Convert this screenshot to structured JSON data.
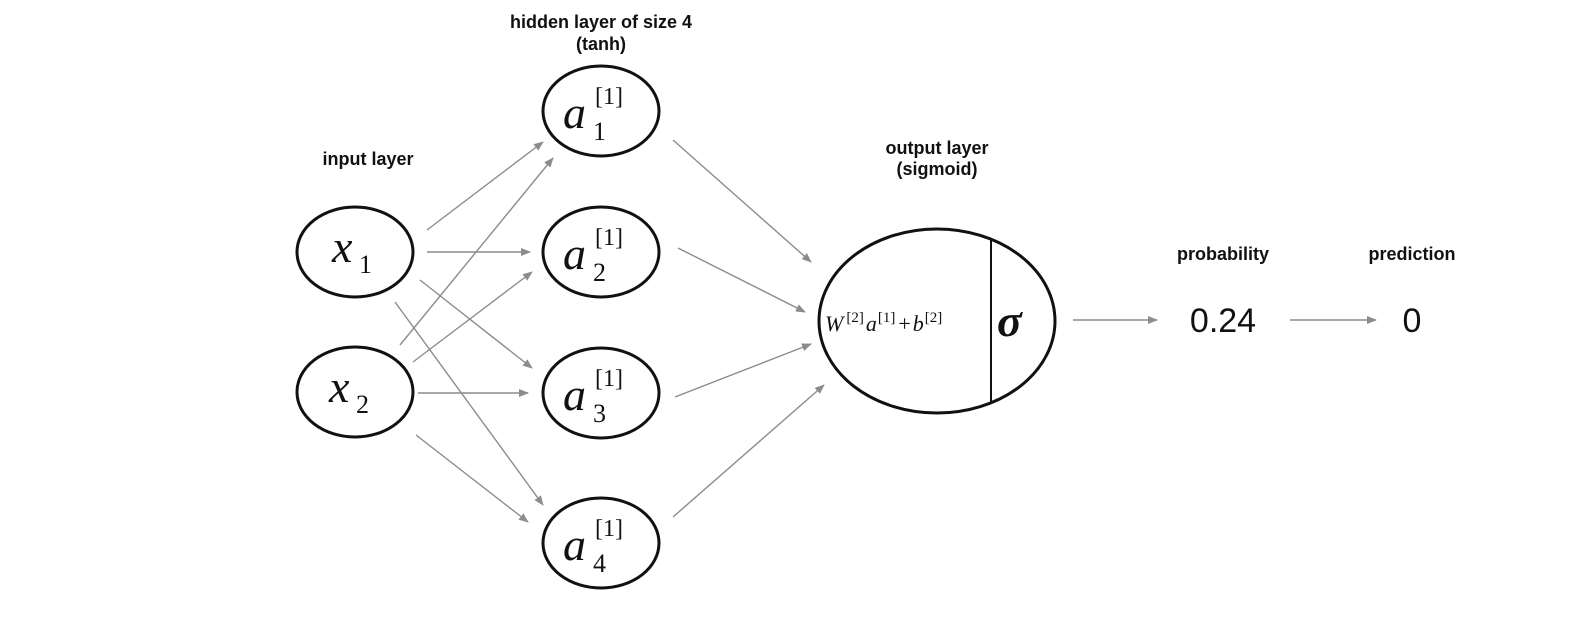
{
  "labels": {
    "input_layer": "input layer",
    "hidden_layer_line1": "hidden layer of size 4",
    "hidden_layer_line2": "(tanh)",
    "output_layer_line1": "output layer",
    "output_layer_line2": "(sigmoid)",
    "probability": "probability",
    "prediction": "prediction"
  },
  "inputs": [
    {
      "symbol": "x",
      "sub": "1"
    },
    {
      "symbol": "x",
      "sub": "2"
    }
  ],
  "hidden": [
    {
      "symbol": "a",
      "sup": "[1]",
      "sub": "1"
    },
    {
      "symbol": "a",
      "sup": "[1]",
      "sub": "2"
    },
    {
      "symbol": "a",
      "sup": "[1]",
      "sub": "3"
    },
    {
      "symbol": "a",
      "sup": "[1]",
      "sub": "4"
    }
  ],
  "output": {
    "w": "W",
    "w_sup": "[2]",
    "a": "a",
    "a_sup": "[1]",
    "plus": "+",
    "b": "b",
    "b_sup": "[2]",
    "sigma": "σ"
  },
  "values": {
    "probability": "0.24",
    "prediction": "0"
  },
  "colors": {
    "edge": "#8c8c8c",
    "node_stroke": "#111111"
  }
}
